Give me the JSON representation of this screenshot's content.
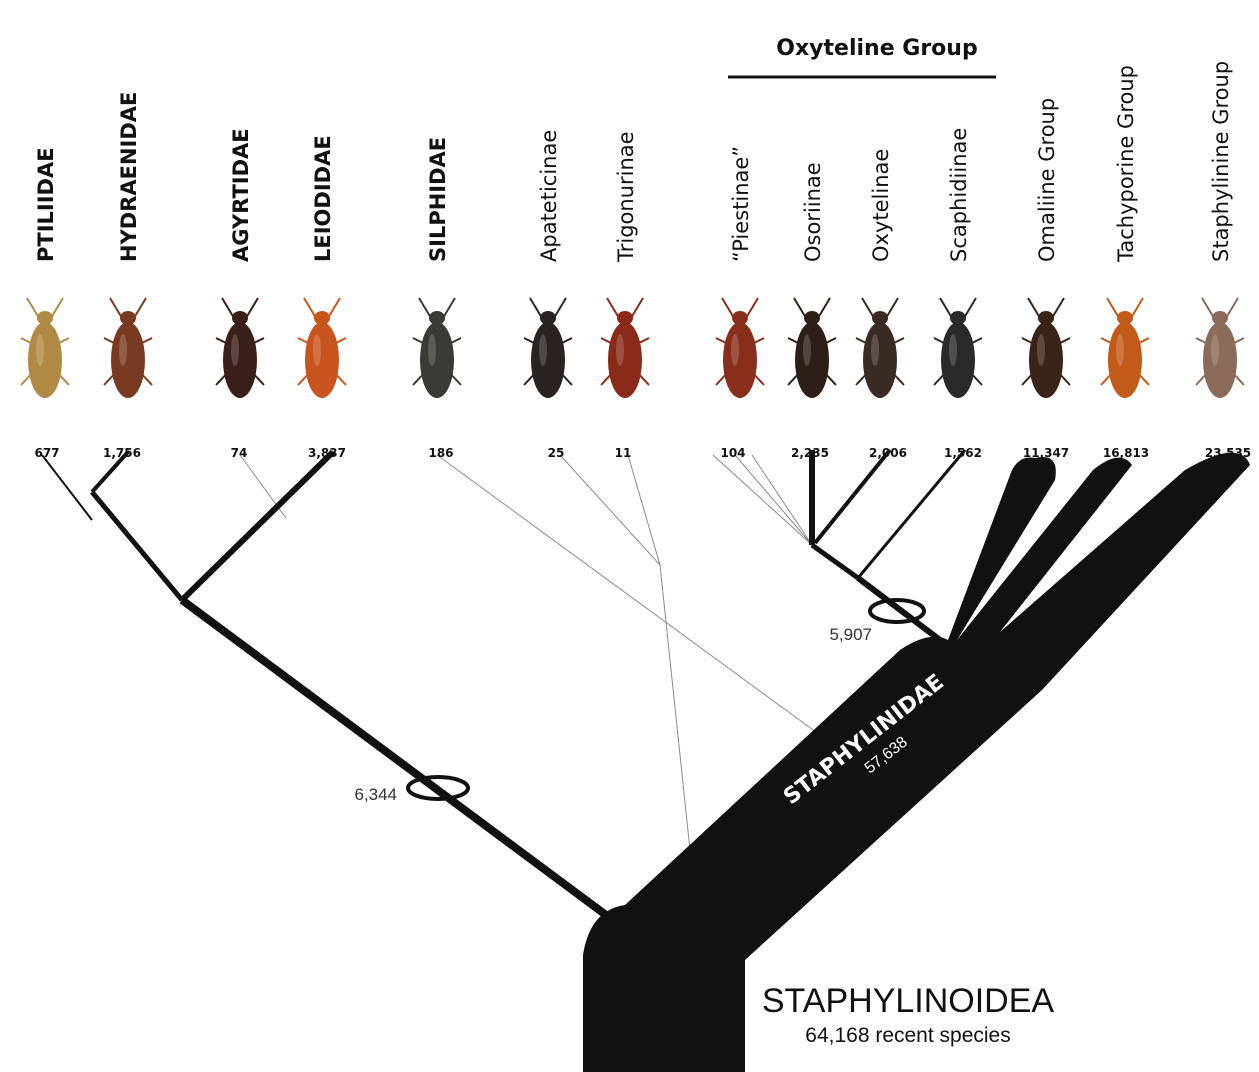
{
  "taxa": [
    {
      "name": "PTILIIDAE",
      "count": "677"
    },
    {
      "name": "HYDRAENIDAE",
      "count": "1,756"
    },
    {
      "name": "AGYRTIDAE",
      "count": "74"
    },
    {
      "name": "LEIODIDAE",
      "count": "3,837"
    },
    {
      "name": "SILPHIDAE",
      "count": "186"
    },
    {
      "name": "Apateticinae",
      "count": "25"
    },
    {
      "name": "Trigonurinae",
      "count": "11"
    },
    {
      "name": "“Piestinae”",
      "count": "104"
    },
    {
      "name": "Osoriinae",
      "count": "2,235"
    },
    {
      "name": "Oxytelinae",
      "count": "2,006"
    },
    {
      "name": "Scaphidiinae",
      "count": "1,562"
    },
    {
      "name": "Omaliine Group",
      "count": "11,347"
    },
    {
      "name": "Tachyporine Group",
      "count": "16,813"
    },
    {
      "name": "Staphylinine Group",
      "count": "23,535"
    }
  ],
  "oxyteline_group_label": "Oxyteline Group",
  "node_counts": {
    "ptiliidae_leiodidae_clade": "6,344",
    "oxyteline_clade": "5,907"
  },
  "staphylinidae": {
    "label": "STAPHYLINIDAE",
    "count": "57,638"
  },
  "root": {
    "label": "STAPHYLINOIDEA",
    "sublabel": "64,168 recent species"
  },
  "beetle_colors": [
    "#b08a45",
    "#7a3a22",
    "#3a1f1a",
    "#c8551e",
    "#3c3a35",
    "#2a2220",
    "#8a2a18",
    "#8a2e1c",
    "#2e1e18",
    "#3a2a24",
    "#2a2a28",
    "#3a2418",
    "#c25a1a",
    "#8a6a58"
  ]
}
